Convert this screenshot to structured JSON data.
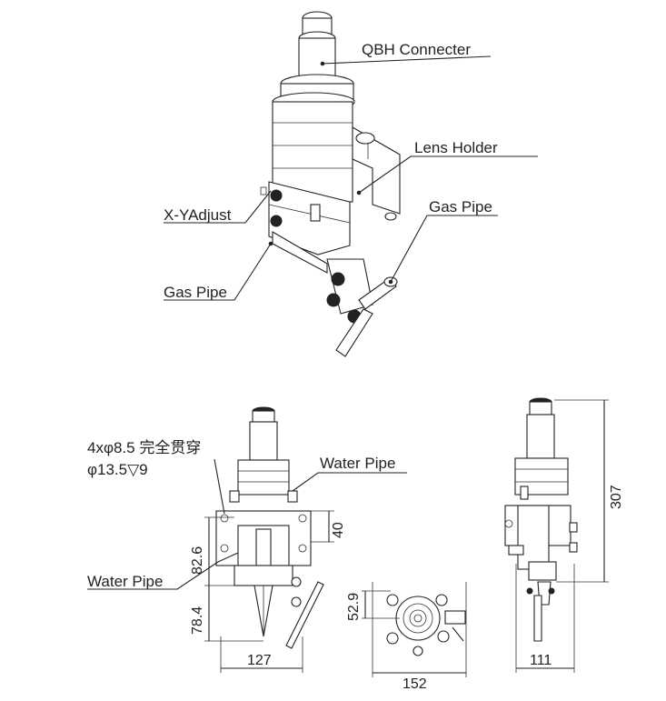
{
  "labels": {
    "qbh": "QBH Connecter",
    "lens_holder": "Lens Holder",
    "gas_pipe_right": "Gas Pipe",
    "xy_adjust": "X-YAdjust",
    "gas_pipe_left": "Gas Pipe",
    "holes_line1": "4xφ8.5 完全贯穿",
    "holes_line2": "φ13.5▽9",
    "water_pipe_top": "Water Pipe",
    "water_pipe_left": "Water Pipe"
  },
  "dimensions": {
    "d40": "40",
    "d82_6": "82.6",
    "d78_4": "78.4",
    "d127": "127",
    "d52_9": "52.9",
    "d152": "152",
    "d307": "307",
    "d111": "111"
  }
}
